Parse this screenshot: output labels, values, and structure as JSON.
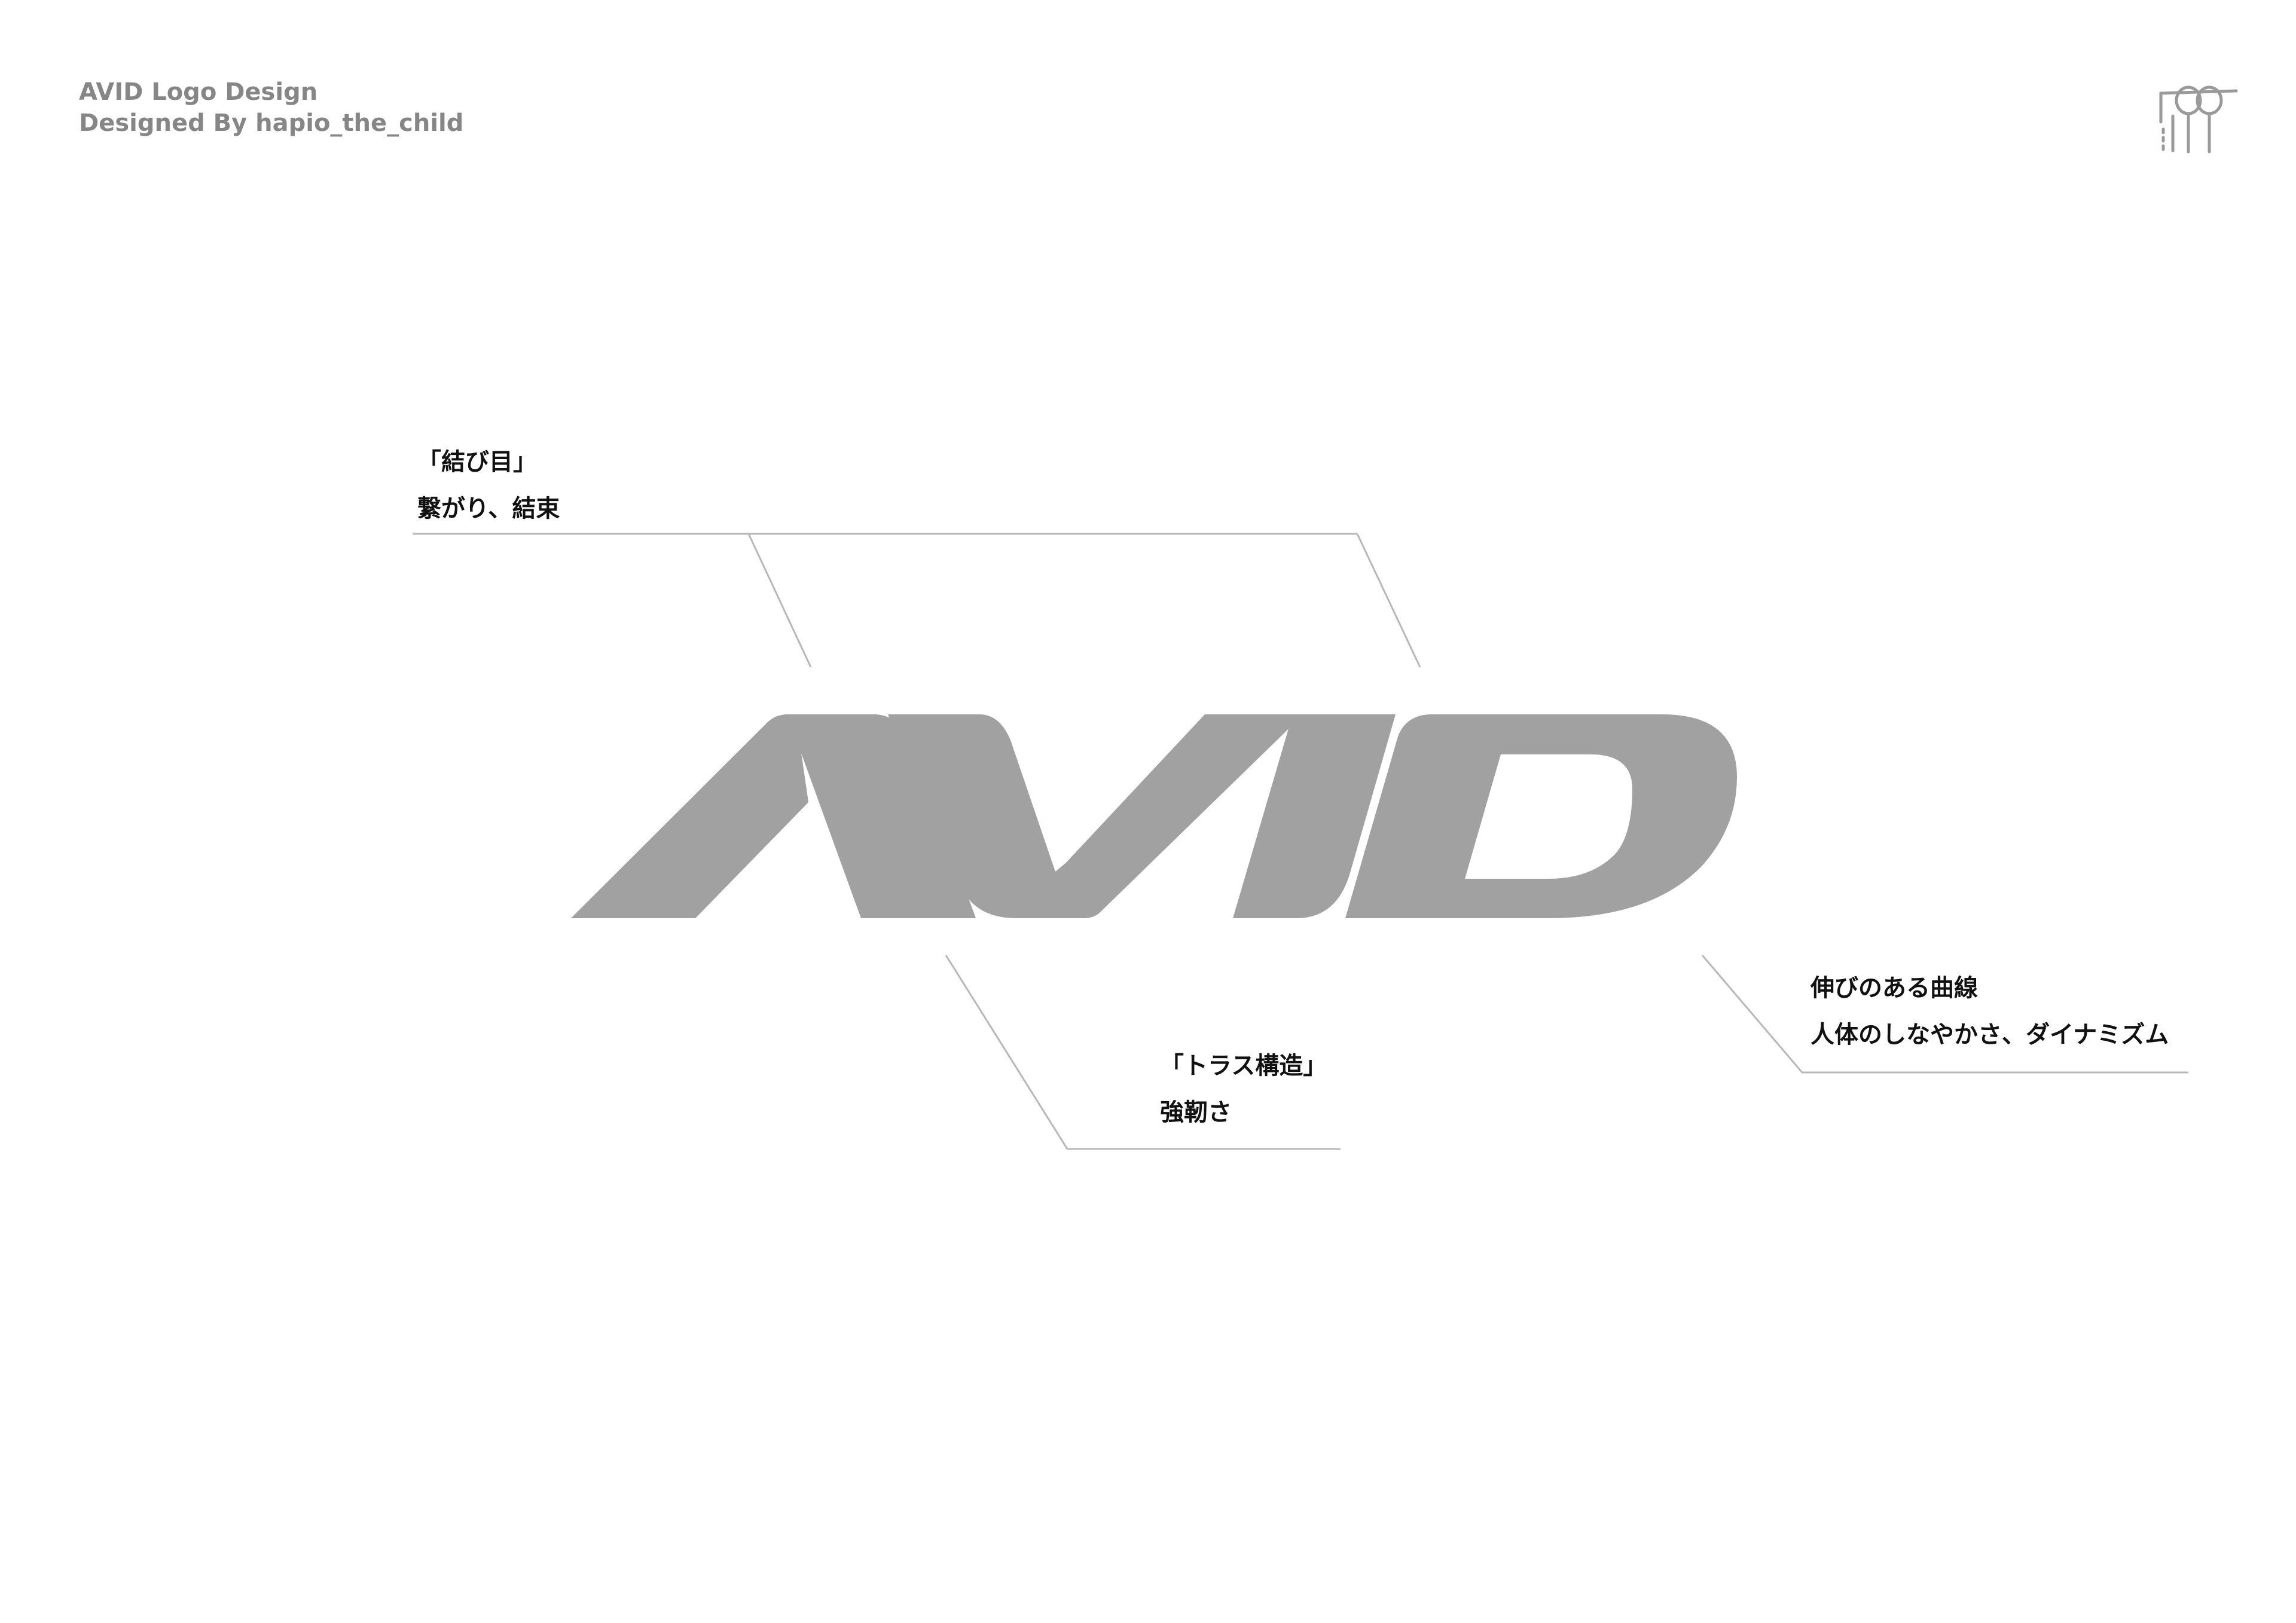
{
  "header": {
    "title": "AVID Logo Design",
    "credit": "Designed By hapio_the_child"
  },
  "logo": {
    "icon": "avid-wordmark",
    "color": "#a0a1a0"
  },
  "designer_mark": {
    "icon": "designer-signature-mark",
    "color": "#9a9a9a"
  },
  "annotations": {
    "knot": {
      "title": "「結び目」",
      "meaning": "繋がり、結束"
    },
    "curve": {
      "title": "伸びのある曲線",
      "meaning": "人体のしなやかさ、ダイナミズム"
    },
    "truss": {
      "title": "「トラス構造」",
      "meaning": "強靭さ"
    }
  },
  "colors": {
    "leader_line": "#b8b8b8",
    "header_text": "#868686",
    "annotation_text": "#111111",
    "background": "#ffffff"
  }
}
